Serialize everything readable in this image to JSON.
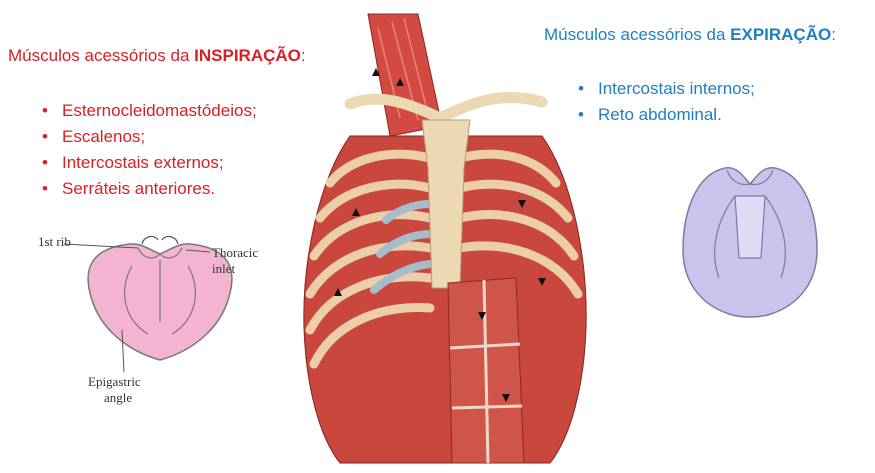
{
  "colors": {
    "inspiration": "#d91f26",
    "expiration": "#1f7fc4",
    "label": "#333333"
  },
  "inspiration": {
    "title_prefix": "Músculos acessórios da ",
    "title_bold": "INSPIRAÇÃO",
    "title_suffix": ":",
    "items": [
      "Esternocleidomastódeios;",
      "Escalenos;",
      "Intercostais externos;",
      "Serráteis anteriores."
    ]
  },
  "expiration": {
    "title_prefix": "Músculos acessórios da ",
    "title_bold": "EXPIRAÇÃO",
    "title_suffix": ":",
    "items": [
      "Intercostais internos;",
      "Reto abdominal."
    ]
  },
  "inspiration_figure": {
    "labels": {
      "first_rib": "1st rib",
      "thoracic_inlet_line1": "Thoracic",
      "thoracic_inlet_line2": "inlet",
      "epigastric_line1": "Epigastric",
      "epigastric_line2": "angle"
    }
  },
  "anatomy_illustration": {
    "icon": "thorax-muscles-illustration"
  }
}
